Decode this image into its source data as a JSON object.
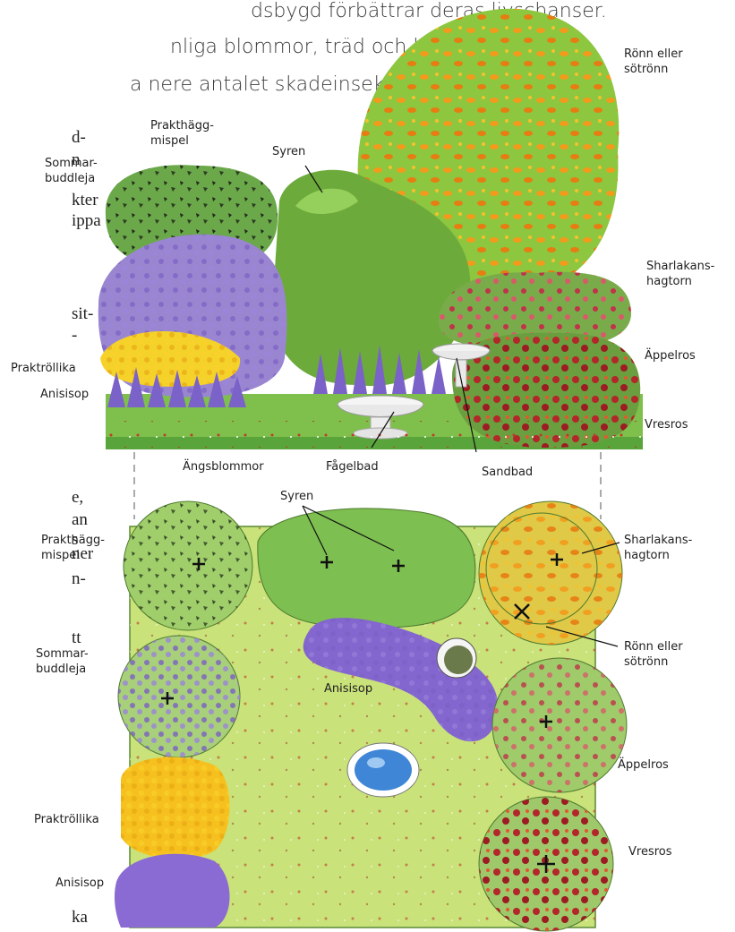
{
  "intro": {
    "line1": "dsbygd förbättrar deras livschanser.",
    "line2": "nliga blommor, träd och buskar.",
    "line3": "a nere antalet skadeinsekter."
  },
  "fragments": [
    "d-",
    "n",
    "kter",
    "ippa",
    "sit-",
    "-",
    "e,",
    "an",
    "s",
    "ner",
    "n-",
    "tt",
    "ka"
  ],
  "elevation_labels": {
    "prakthagg": [
      "Prakthägg-",
      "mispel"
    ],
    "syren": "Syren",
    "ronn": [
      "Rönn eller",
      "sötrönn"
    ],
    "sommar": [
      "Sommar-",
      "buddleja"
    ],
    "sharlakan": [
      "Sharlakans-",
      "hagtorn"
    ],
    "appelros": "Äppelros",
    "praktrollika": "Praktröllika",
    "anisisop": "Anisisop",
    "vresros": "Vresros",
    "angsblommor": "Ängsblommor",
    "fagelbad": "Fågelbad",
    "sandbad": "Sandbad"
  },
  "plan_labels": {
    "syren": "Syren",
    "prakthagg": [
      "Prakthägg-",
      "mispel"
    ],
    "sharlakan": [
      "Sharlakans-",
      "hagtorn"
    ],
    "sommar": [
      "Sommar-",
      "buddleja"
    ],
    "ronn": [
      "Rönn eller",
      "sötrönn"
    ],
    "anisisop_center": "Anisisop",
    "appelros": "Äppelros",
    "praktrollika": "Praktröllika",
    "vresros": "Vresros",
    "anisisop": "Anisisop"
  },
  "colors": {
    "lawn": "#c9e27a",
    "shrub": "#8ec856",
    "lavender": "#8a72d0",
    "yellow": "#f4c81e",
    "red": "#b3262a",
    "orange": "#f09a1a",
    "water": "#3f86d6"
  }
}
